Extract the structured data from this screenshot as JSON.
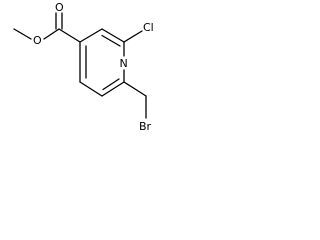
{
  "molecule": {
    "atoms": {
      "chlorine": "Cl",
      "nitrogen": "N",
      "bromine": "Br",
      "carbonyl_oxygen": "O",
      "ester_oxygen": "O"
    },
    "colors": {
      "bond": "#000000",
      "label": "#000000",
      "background": "#ffffff"
    }
  }
}
